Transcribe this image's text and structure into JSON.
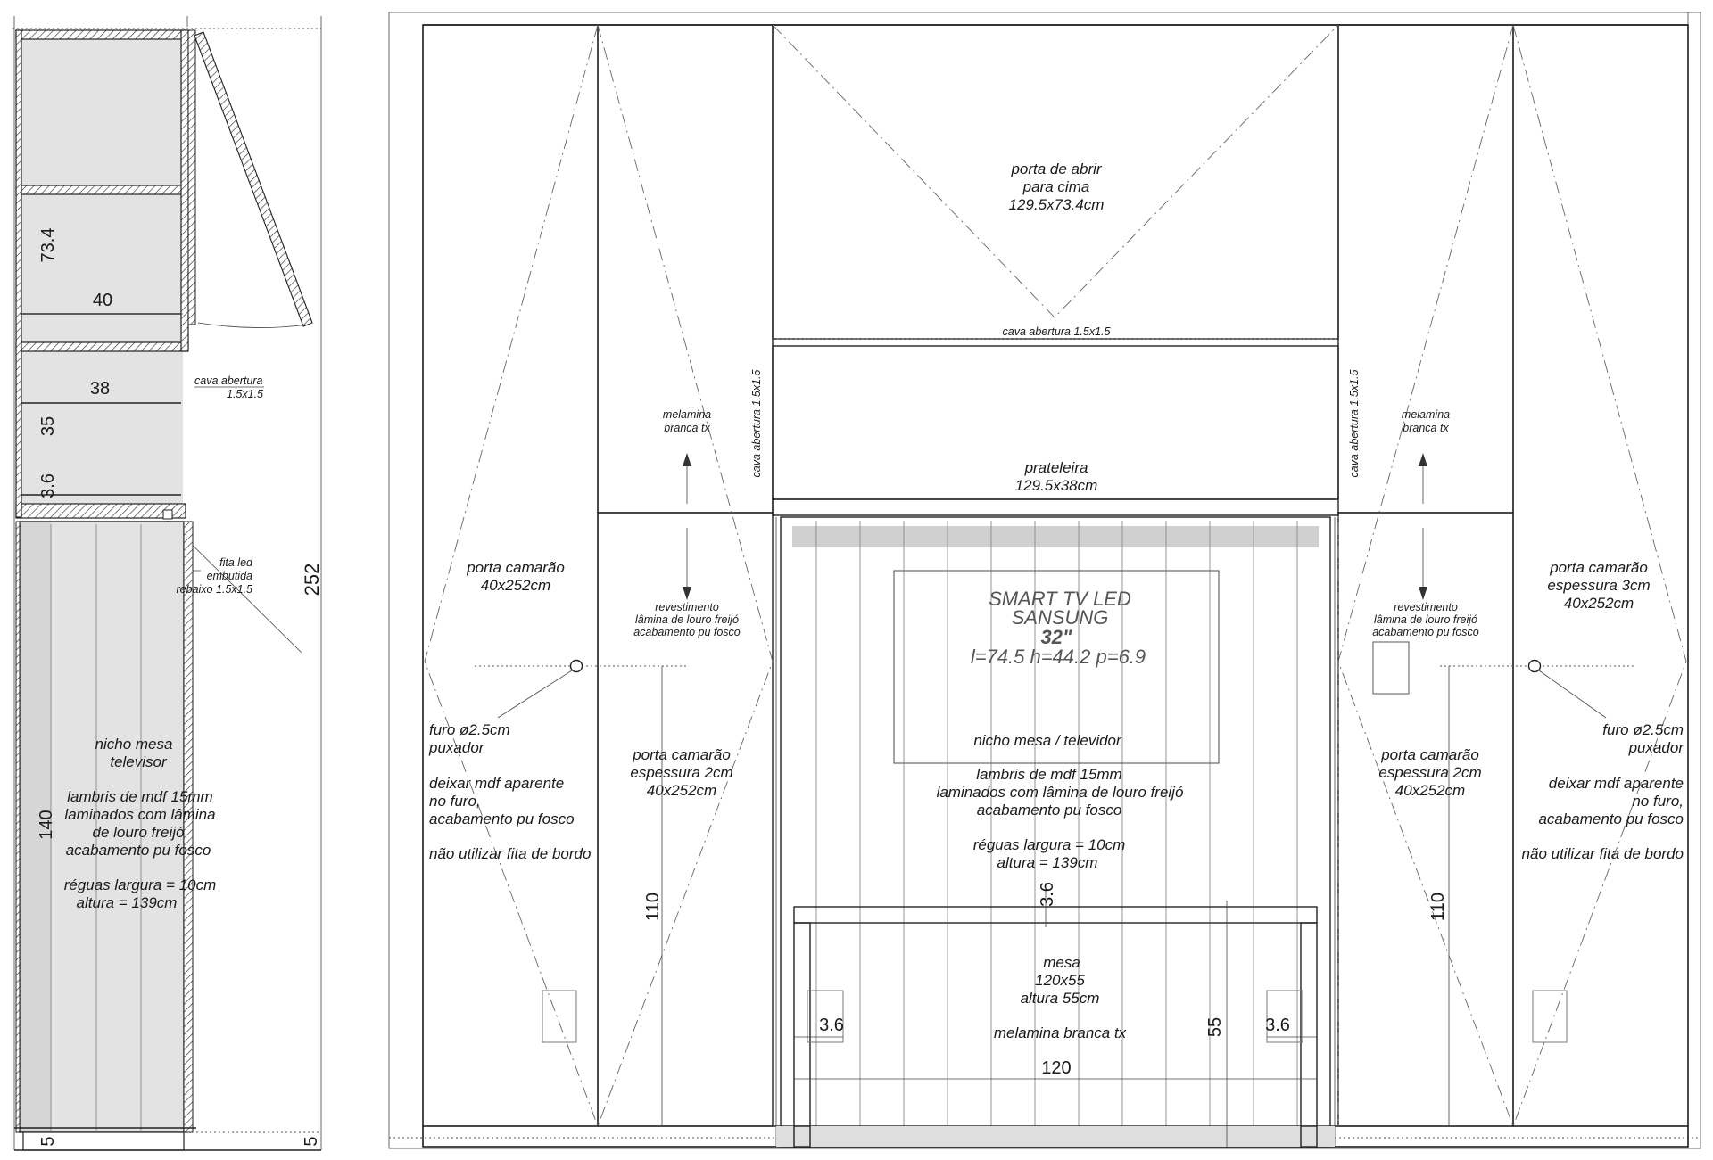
{
  "side_view": {
    "dims": {
      "upper_height": "73.4",
      "depth_outer": "40",
      "depth_inner": "38",
      "shelf_gap": "35",
      "shelf_thickness": "3.6",
      "lower_height": "140",
      "total_height": "252",
      "base_left": "5",
      "base_right": "5"
    },
    "notes": {
      "cava": [
        "cava abertura",
        "1.5x1.5"
      ],
      "led": [
        "fita led",
        "embutida",
        "rebaixo 1.5x1.5"
      ],
      "nicho": [
        "nicho mesa",
        "televisor"
      ],
      "lambris": [
        "lambris de mdf  15mm",
        "laminados com lâmina",
        "de louro freijó",
        "acabamento pu fosco"
      ],
      "reguas": [
        "réguas largura = 10cm",
        "altura = 139cm"
      ]
    }
  },
  "front_view": {
    "top_door": [
      "porta de abrir",
      "para cima",
      "129.5x73.4cm"
    ],
    "cava_top": "cava abertura 1.5x1.5",
    "cava_vertical": "cava abertura 1.5x1.5",
    "shelf": [
      "prateleira",
      "129.5x38cm"
    ],
    "melamina": [
      "melamina",
      "branca tx"
    ],
    "revestimento": [
      "revestimento",
      "lâmina de louro freijó",
      "acabamento pu fosco"
    ],
    "left_door": [
      "porta camarão",
      "40x252cm"
    ],
    "right_door": [
      "porta camarão",
      "espessura 3cm",
      "40x252cm"
    ],
    "inner_door": [
      "porta camarão",
      "espessura 2cm",
      "40x252cm"
    ],
    "handle": [
      "furo ø2.5cm",
      "puxador"
    ],
    "handle_note": [
      "deixar mdf aparente",
      "no furo,",
      "acabamento pu fosco"
    ],
    "edge_note": "não utilizar fita de bordo",
    "tv": [
      "SMART TV LED",
      "SANSUNG",
      "32\"",
      "l=74.5 h=44.2 p=6.9"
    ],
    "niche": [
      "nicho mesa / televidor",
      "lambris de mdf  15mm",
      "laminados com lâmina de louro freijó",
      "acabamento pu fosco"
    ],
    "reguas": [
      "réguas largura = 10cm",
      "altura = 139cm"
    ],
    "table": [
      "mesa",
      "120x55",
      "altura 55cm",
      "melamina branca tx"
    ],
    "dims": {
      "table_top": "3.6",
      "leg_left": "3.6",
      "leg_right": "3.6",
      "table_height": "55",
      "table_width": "120",
      "door_left": "110",
      "door_right": "110"
    }
  },
  "colors": {
    "panel_light": "#e3e3e3",
    "panel_mid": "#d4d4d4",
    "panel_dark": "#b1b1b1",
    "white": "#ffffff"
  }
}
